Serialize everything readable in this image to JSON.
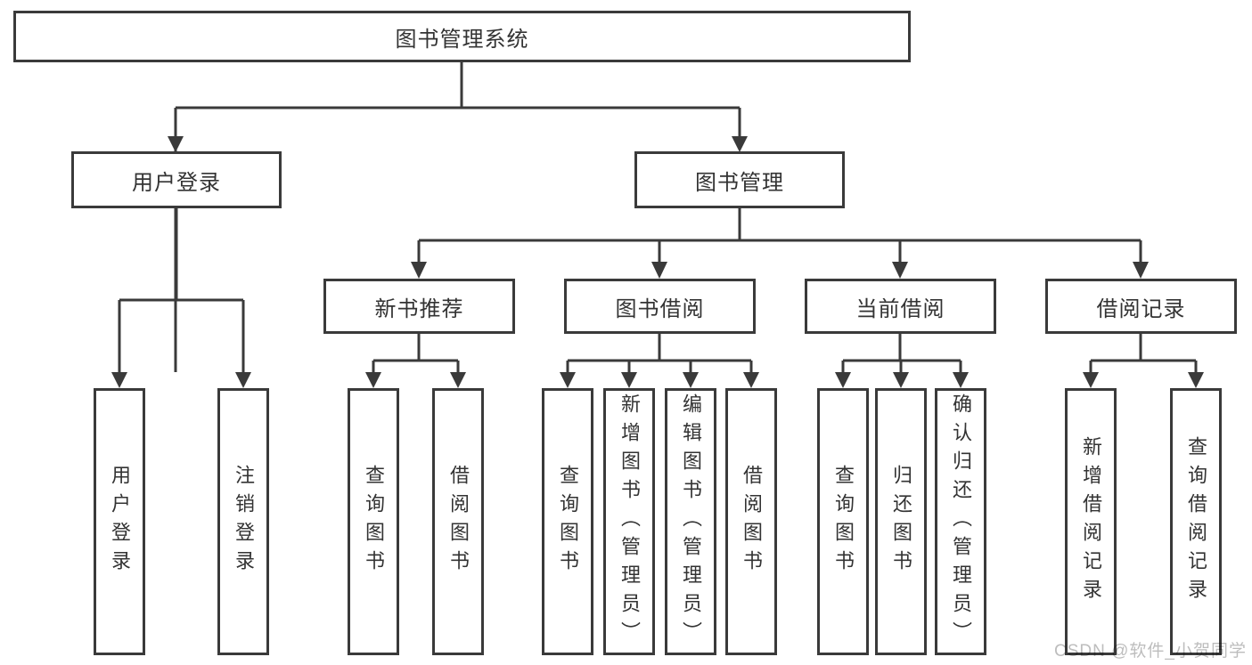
{
  "tree": {
    "root": {
      "label": "图书管理系统"
    },
    "user_login": {
      "label": "用户登录",
      "children": [
        {
          "label": "用户登录"
        },
        {
          "label": "注销登录"
        }
      ]
    },
    "book_mgmt": {
      "label": "图书管理",
      "children": [
        {
          "label": "新书推荐",
          "children": [
            {
              "label": "查询图书"
            },
            {
              "label": "借阅图书"
            }
          ]
        },
        {
          "label": "图书借阅",
          "children": [
            {
              "label": "查询图书"
            },
            {
              "label": "新增图书（管理员）"
            },
            {
              "label": "编辑图书（管理员）"
            },
            {
              "label": "借阅图书"
            }
          ]
        },
        {
          "label": "当前借阅",
          "children": [
            {
              "label": "查询图书"
            },
            {
              "label": "归还图书"
            },
            {
              "label": "确认归还（管理员）"
            }
          ]
        },
        {
          "label": "借阅记录",
          "children": [
            {
              "label": "新增借阅记录"
            },
            {
              "label": "查询借阅记录"
            }
          ]
        }
      ]
    }
  },
  "watermark": {
    "text": "CSDN @软件_小贺同学"
  },
  "colors": {
    "line": "#3a3a3a",
    "box_border": "#3a3a3a",
    "box_fill": "#ffffff",
    "text": "#333333",
    "watermark": "#bdbdbd"
  }
}
